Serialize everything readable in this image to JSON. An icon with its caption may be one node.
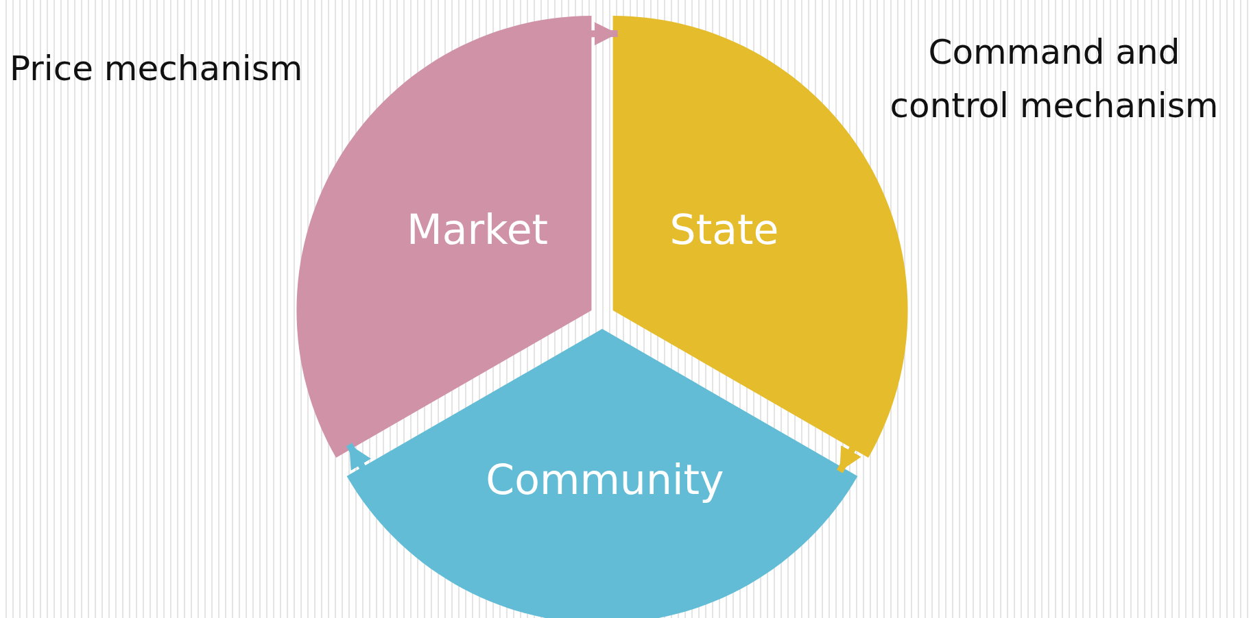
{
  "diagram": {
    "nodes": [
      {
        "text": [
          "Market"
        ]
      },
      {
        "text": [
          "State"
        ]
      },
      {
        "text": [
          "Community"
        ]
      }
    ],
    "edges": [
      {
        "from": 0,
        "to": 1,
        "arrow": "to",
        "color": "#d092a7"
      },
      {
        "from": 1,
        "to": 2,
        "arrow": "to",
        "color": "#e5bc2b"
      },
      {
        "from": 2,
        "to": 0,
        "arrow": "to",
        "color": "#62bcd6"
      }
    ],
    "labels": [
      "Price mechanism",
      "Command and control mechanism"
    ]
  }
}
